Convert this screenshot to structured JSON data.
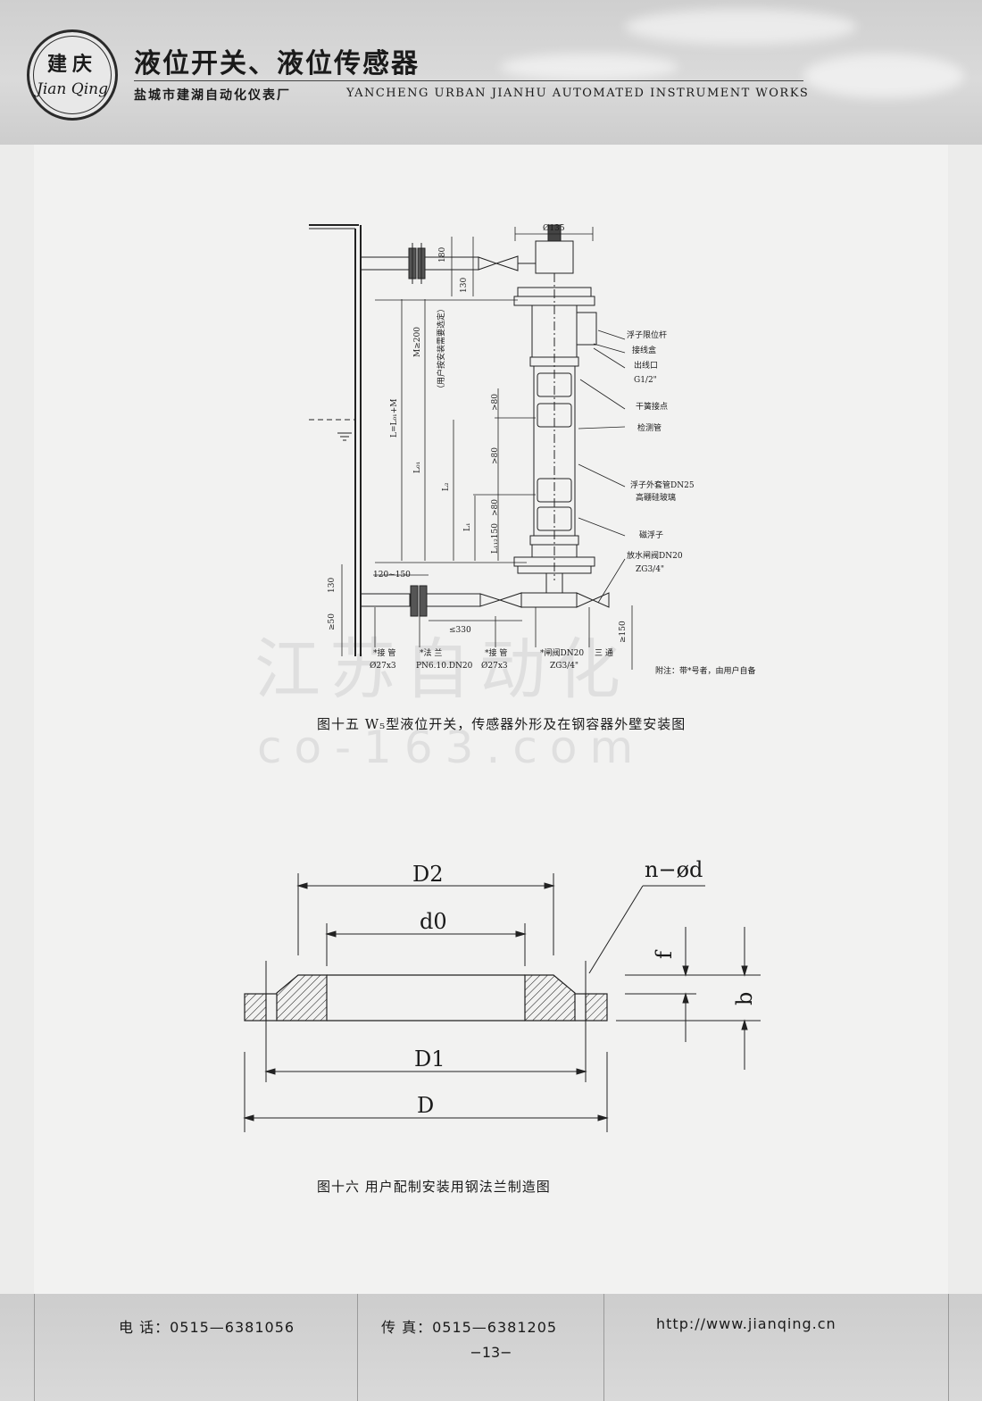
{
  "header": {
    "logo_cn": "建庆",
    "logo_en": "Jian Qing",
    "title": "液位开关、液位传感器",
    "company_cn": "盐城市建湖自动化仪表厂",
    "company_en": "YANCHENG URBAN JIANHU AUTOMATED INSTRUMENT WORKS"
  },
  "figure15": {
    "caption": "图十五 W₅型液位开关，传感器外形及在钢容器外壁安装图",
    "labels": {
      "d135": "Ø135",
      "d180": "180",
      "d130_top": "130",
      "m200": "M≥200",
      "m200_note": "（用户按安装需要选定）",
      "l_main": "L=L₀₁+M",
      "l01": "L₀₁",
      "l2": "L₂",
      "l1": "L₁",
      "gt80_a": ">80",
      "gt80_b": ">80",
      "gt80_c": ">80",
      "lmin": "L₁₁₂150",
      "s120": "120~150",
      "d130_bot": "130",
      "d50": "≥50",
      "le330": "≤330",
      "d150": "≥150",
      "c_rod": "浮子限位杆",
      "c_box": "接线盒",
      "c_outlet": "出线口",
      "c_g12": "G1/2\"",
      "c_reed": "干簧接点",
      "c_tube": "检测管",
      "c_outer": "浮子外套管DN25",
      "c_glass": "高硼硅玻璃",
      "c_float": "磁浮子",
      "c_drain": "放水闸阀DN20",
      "c_zg": "ZG3/4\"",
      "b_pipe1": "*接 管",
      "b_pipe1_sz": "Ø27x3",
      "b_flange": "*法 兰",
      "b_flange_sz": "PN6.10.DN20",
      "b_pipe2": "*接 管",
      "b_pipe2_sz": "Ø27x3",
      "b_valve": "*闸阀DN20",
      "b_valve_sz": "ZG3/4\"",
      "b_tee": "三 通",
      "b_note": "附注：带*号者，由用户自备"
    }
  },
  "figure16": {
    "caption": "图十六 用户配制安装用钢法兰制造图",
    "labels": {
      "D2": "D2",
      "d0": "d0",
      "nd": "n−ød",
      "f": "f",
      "b": "b",
      "D1": "D1",
      "D": "D"
    }
  },
  "watermark": {
    "line1": "江苏自动化",
    "line2": "co-163.com"
  },
  "footer": {
    "phone": "电 话：0515—6381056",
    "fax": "传 真：0515—6381205",
    "url": "http://www.jianqing.cn",
    "page": "−13−"
  }
}
